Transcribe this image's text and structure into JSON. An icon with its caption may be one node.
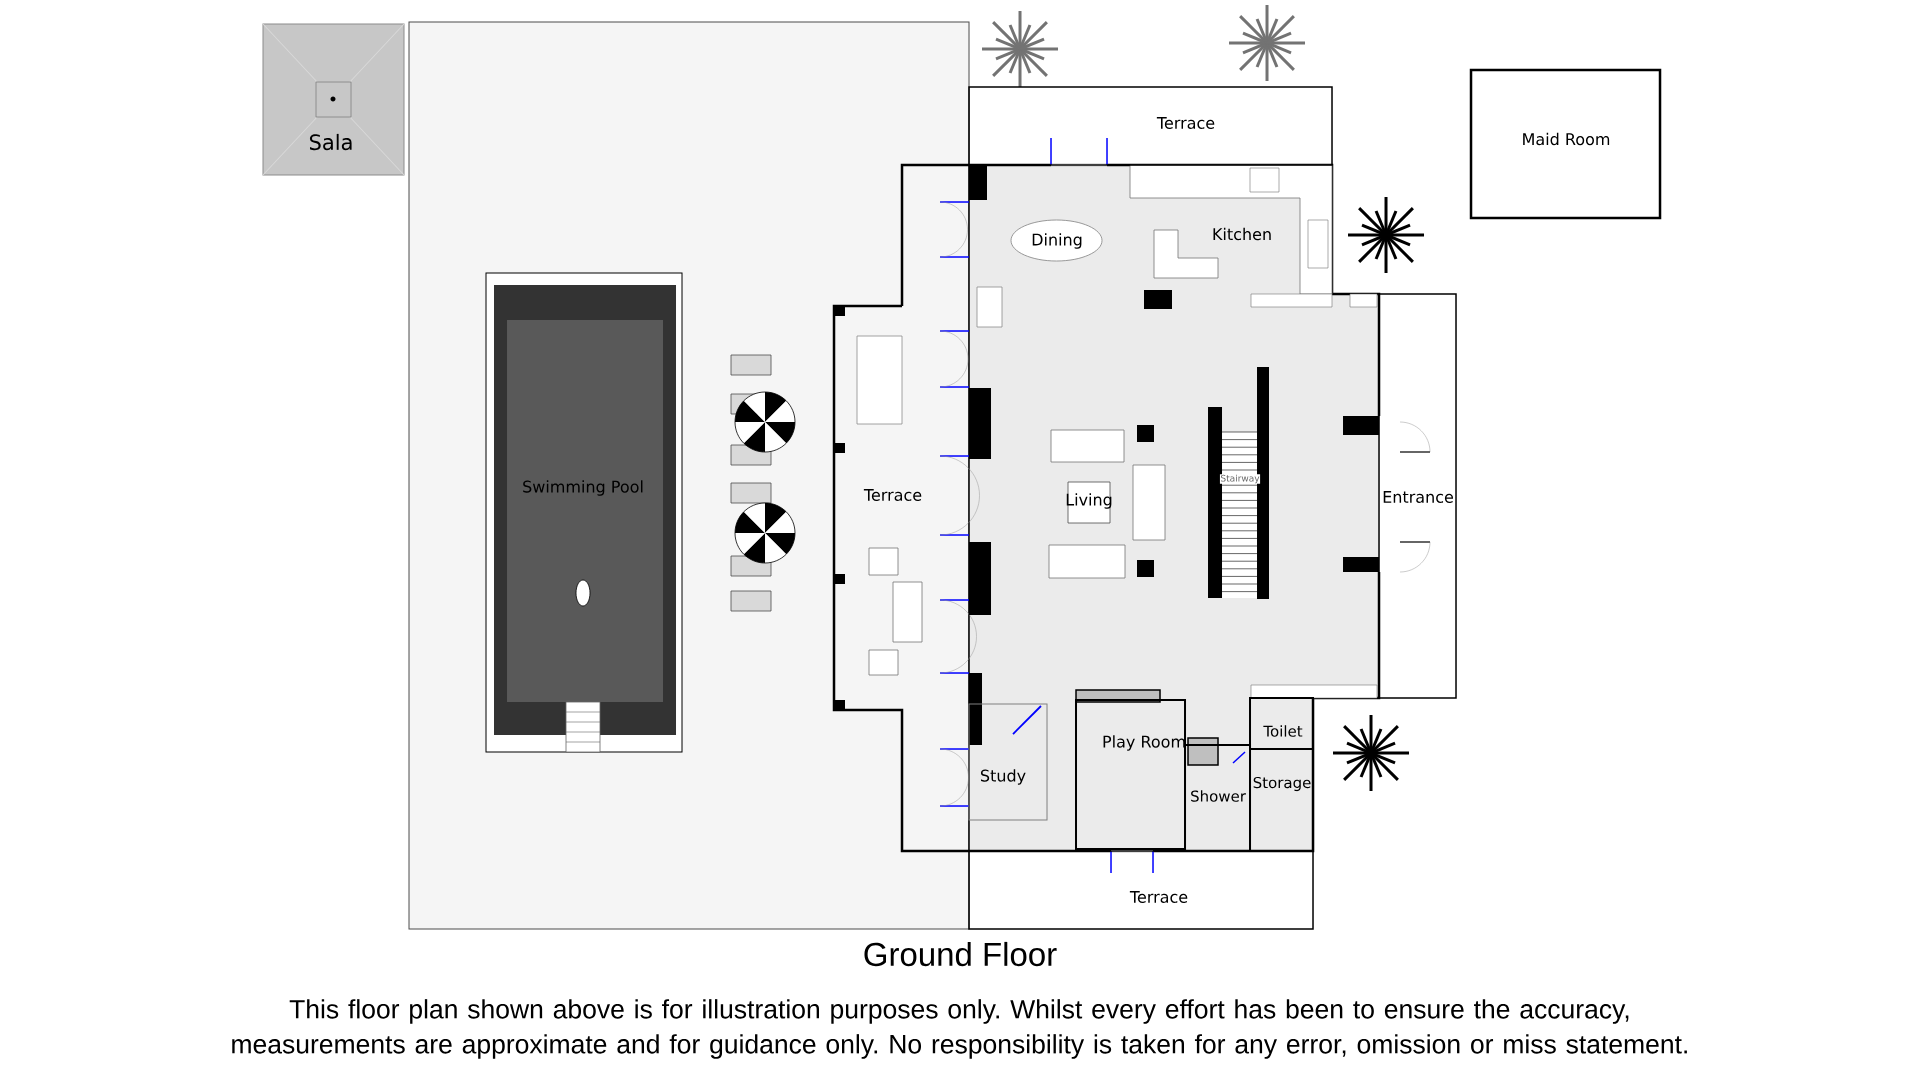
{
  "diagram": {
    "title": "Ground Floor",
    "caption": "This floor plan shown above is for illustration purposes only. Whilst every effort has been to ensure the accuracy, measurements are approximate and for guidance only. No responsibility is taken for any error, omission or miss statement.",
    "nodes": [
      {
        "text": [
          "Sala"
        ]
      },
      {
        "text": [
          "Terrace"
        ]
      },
      {
        "text": [
          "Maid Room"
        ]
      },
      {
        "text": [
          "Dining"
        ]
      },
      {
        "text": [
          "Kitchen"
        ]
      },
      {
        "text": [
          "Swimming Pool"
        ]
      },
      {
        "text": [
          "Terrace"
        ]
      },
      {
        "text": [
          "Living"
        ]
      },
      {
        "text": [
          "Entrance"
        ]
      },
      {
        "text": [
          "Play Room"
        ]
      },
      {
        "text": [
          "Toilet"
        ]
      },
      {
        "text": [
          "Study"
        ]
      },
      {
        "text": [
          "Storage"
        ]
      },
      {
        "text": [
          "Shower"
        ]
      },
      {
        "text": [
          "Terrace"
        ]
      }
    ],
    "labels": [
      "Stairway"
    ]
  }
}
